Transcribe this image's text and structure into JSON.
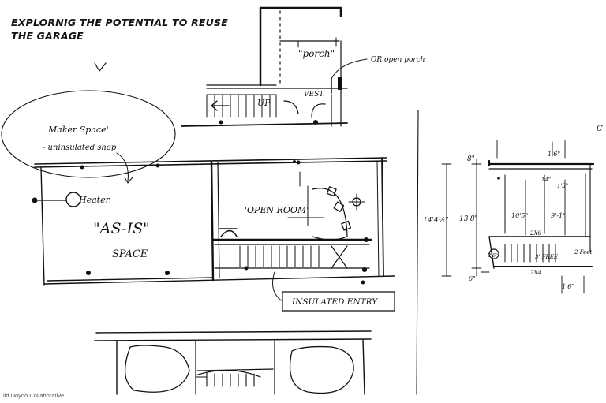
{
  "title": "EXPLORNIG THE POTENTIAL TO REUSE THE GARAGE",
  "credit": "lid Doyno Collaborative",
  "labels": {
    "porch": "\"porch\"",
    "open_porch": "OR open porch",
    "vest": "VEST.",
    "up": "UP",
    "maker_space": "'Maker Space'",
    "uninsulated_shop": "- uninsulated shop",
    "heater": "Heater.",
    "as_is": "\"AS-IS\"",
    "space": "SPACE",
    "open_room": "'OPEN ROOM'",
    "insulated_entry": "INSULATED ENTRY"
  },
  "dims": {
    "d8": "8\"",
    "d1_6a": "1'6\"",
    "d14": "14\"",
    "d1_3": "1'3\"",
    "d14_5": "14'4½\"",
    "d13_8": "13'8\"",
    "d10_5": "10'5\"",
    "d9_1": "9'-1\"",
    "d2x6": "2X6",
    "d3_free": "3' FREE",
    "d2_free": "2 Feet",
    "d2b": "2'6\"",
    "d6": "6\"",
    "d2x4": "2X4",
    "d1_6b": "1'6\"",
    "c": "C"
  }
}
